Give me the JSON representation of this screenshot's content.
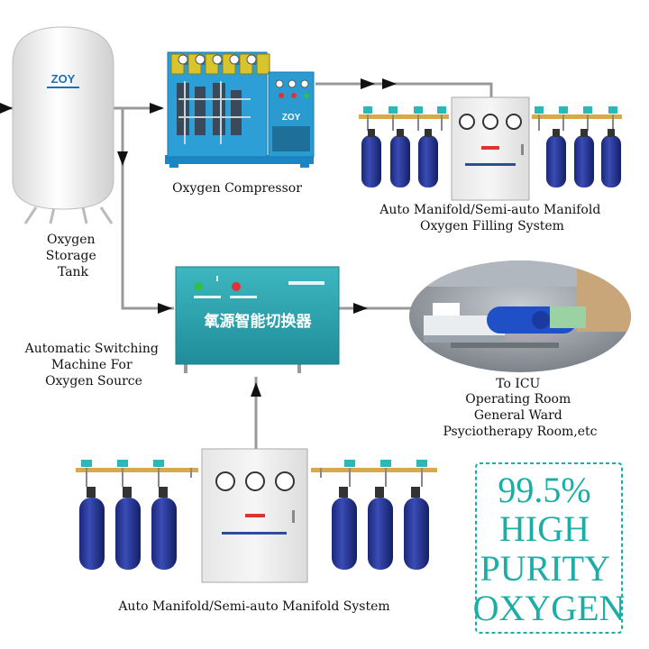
{
  "tank": {
    "logo": "ZOY",
    "label_lines": [
      "Oxygen",
      "Storage",
      "Tank"
    ]
  },
  "compressor": {
    "label": "Oxygen Compressor",
    "logo": "ZOY"
  },
  "filling_system": {
    "label_lines": [
      "Auto Manifold/Semi-auto Manifold",
      "Oxygen Filling System"
    ]
  },
  "switching_machine": {
    "panel_text": "氧源智能切换器",
    "label_lines": [
      "Automatic Switching",
      "Machine For",
      "Oxygen Source"
    ]
  },
  "hospital": {
    "label_lines": [
      "To ICU",
      "Operating Room",
      "General Ward",
      "Psyciotherapy Room,etc"
    ]
  },
  "manifold_system": {
    "label": "Auto Manifold/Semi-auto Manifold System"
  },
  "purity_box": {
    "lines": [
      "99.5%",
      "HIGH",
      "PURITY",
      "OXYGEN"
    ]
  },
  "colors": {
    "pipe": "#999999",
    "arrow": "#111111",
    "cylinder": "#22338f",
    "teal": "#1aaea6",
    "machine": "#2aa5b0"
  }
}
